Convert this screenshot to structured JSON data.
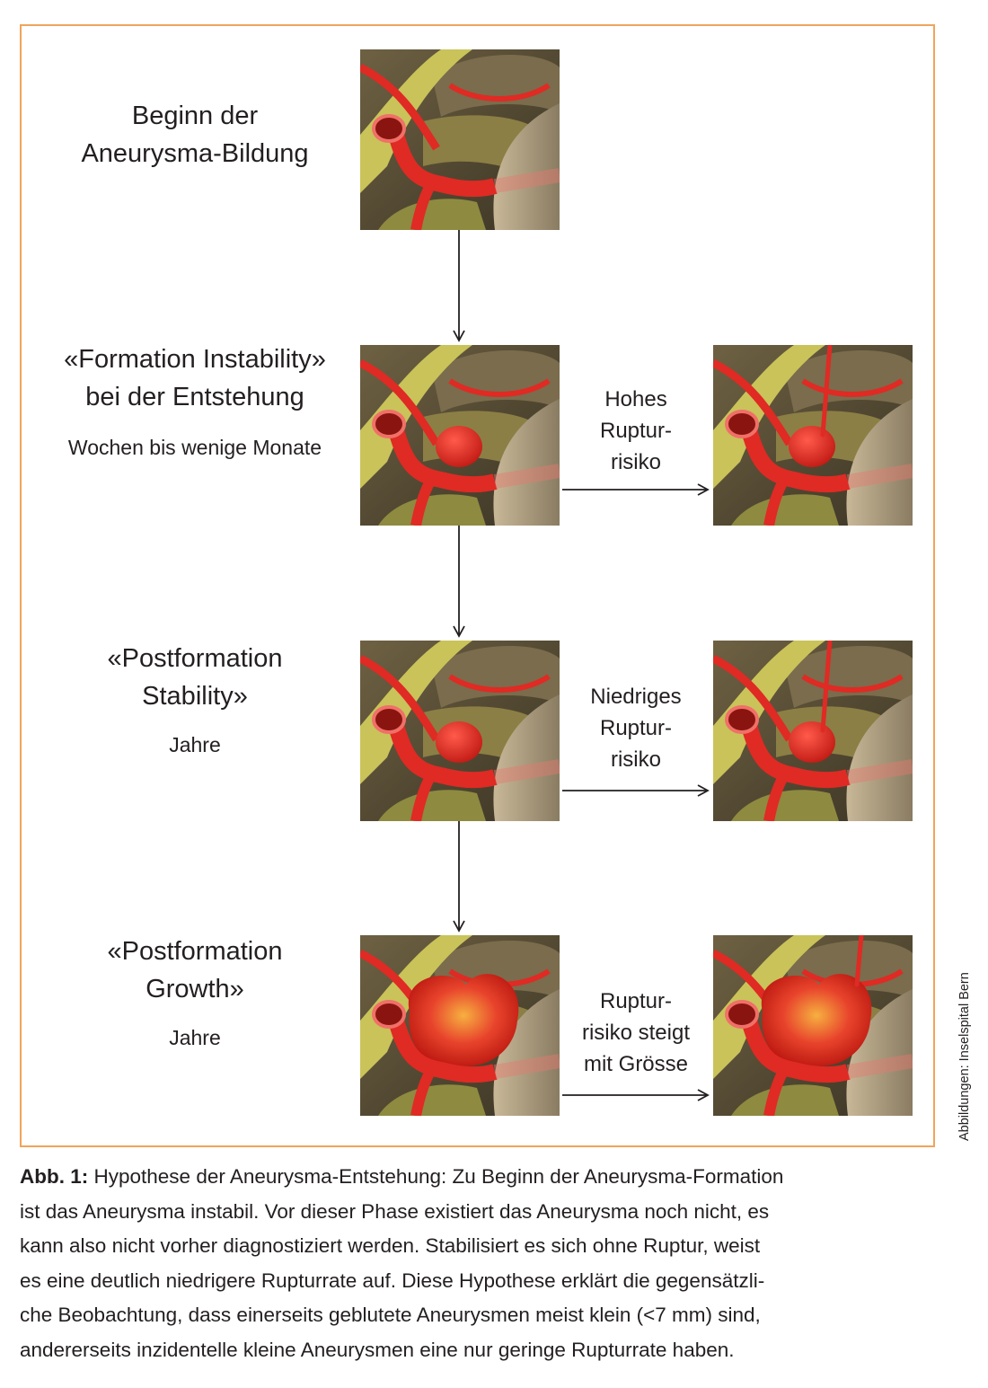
{
  "stages": [
    {
      "title_lines": [
        "Beginn der",
        "Aneurysma-Bildung"
      ],
      "duration": ""
    },
    {
      "title_lines": [
        "«Formation Instability»",
        "bei der Entstehung"
      ],
      "duration": "Wochen bis wenige Monate"
    },
    {
      "title_lines": [
        "«Postformation",
        "Stability»"
      ],
      "duration": "Jahre"
    },
    {
      "title_lines": [
        "«Postformation",
        "Growth»"
      ],
      "duration": "Jahre"
    }
  ],
  "risks": [
    {
      "lines": [
        "Hohes",
        "Ruptur-",
        "risiko"
      ]
    },
    {
      "lines": [
        "Niedriges",
        "Ruptur-",
        "risiko"
      ]
    },
    {
      "lines": [
        "Ruptur-",
        "risiko steigt",
        "mit Grösse"
      ]
    }
  ],
  "caption": {
    "label": "Abb. 1:",
    "lines": [
      " Hypothese der Aneurysma-Entstehung: Zu Beginn der Aneurysma-Formation",
      "ist das Aneurysma instabil. Vor dieser Phase existiert das Aneurysma noch nicht, es",
      "kann also nicht vorher diagnostiziert werden. Stabilisiert es sich ohne Ruptur, weist",
      "es eine deutlich niedrigere Rupturrate auf. Diese Hypothese erklärt die gegensätzli-",
      "che Beobachtung, dass einerseits geblutete Aneurysmen meist klein (<7 mm) sind,",
      "andererseits inzidentelle kleine Aneurysmen eine nur geringe Rupturrate haben."
    ]
  },
  "credit": "Abbildungen: Inselspital Bern",
  "colors": {
    "frame": "#f0a45a",
    "vessel": "#e02a24",
    "nerve": "#c9c35a"
  }
}
